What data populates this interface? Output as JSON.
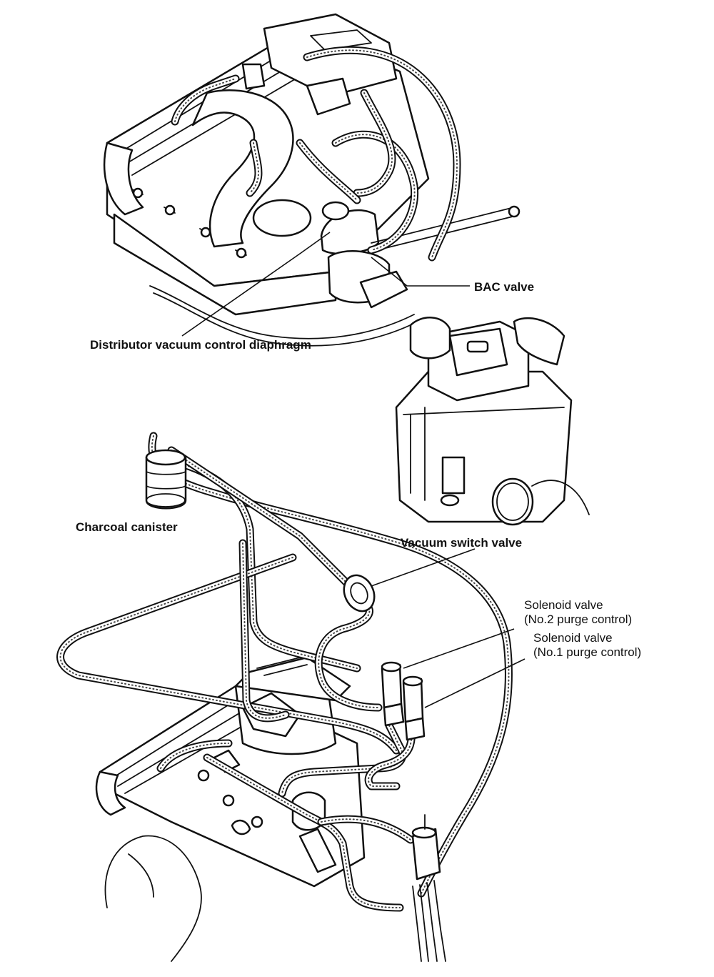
{
  "labels": {
    "bac_valve": "BAC valve",
    "distributor_diaphragm": "Distributor vacuum control diaphragm",
    "charcoal_canister": "Charcoal canister",
    "vacuum_switch_valve": "Vacuum switch valve",
    "solenoid_no2_line1": "Solenoid valve",
    "solenoid_no2_line2": "(No.2 purge control)",
    "solenoid_no1_line1": "Solenoid valve",
    "solenoid_no1_line2": "(No.1 purge control)"
  }
}
